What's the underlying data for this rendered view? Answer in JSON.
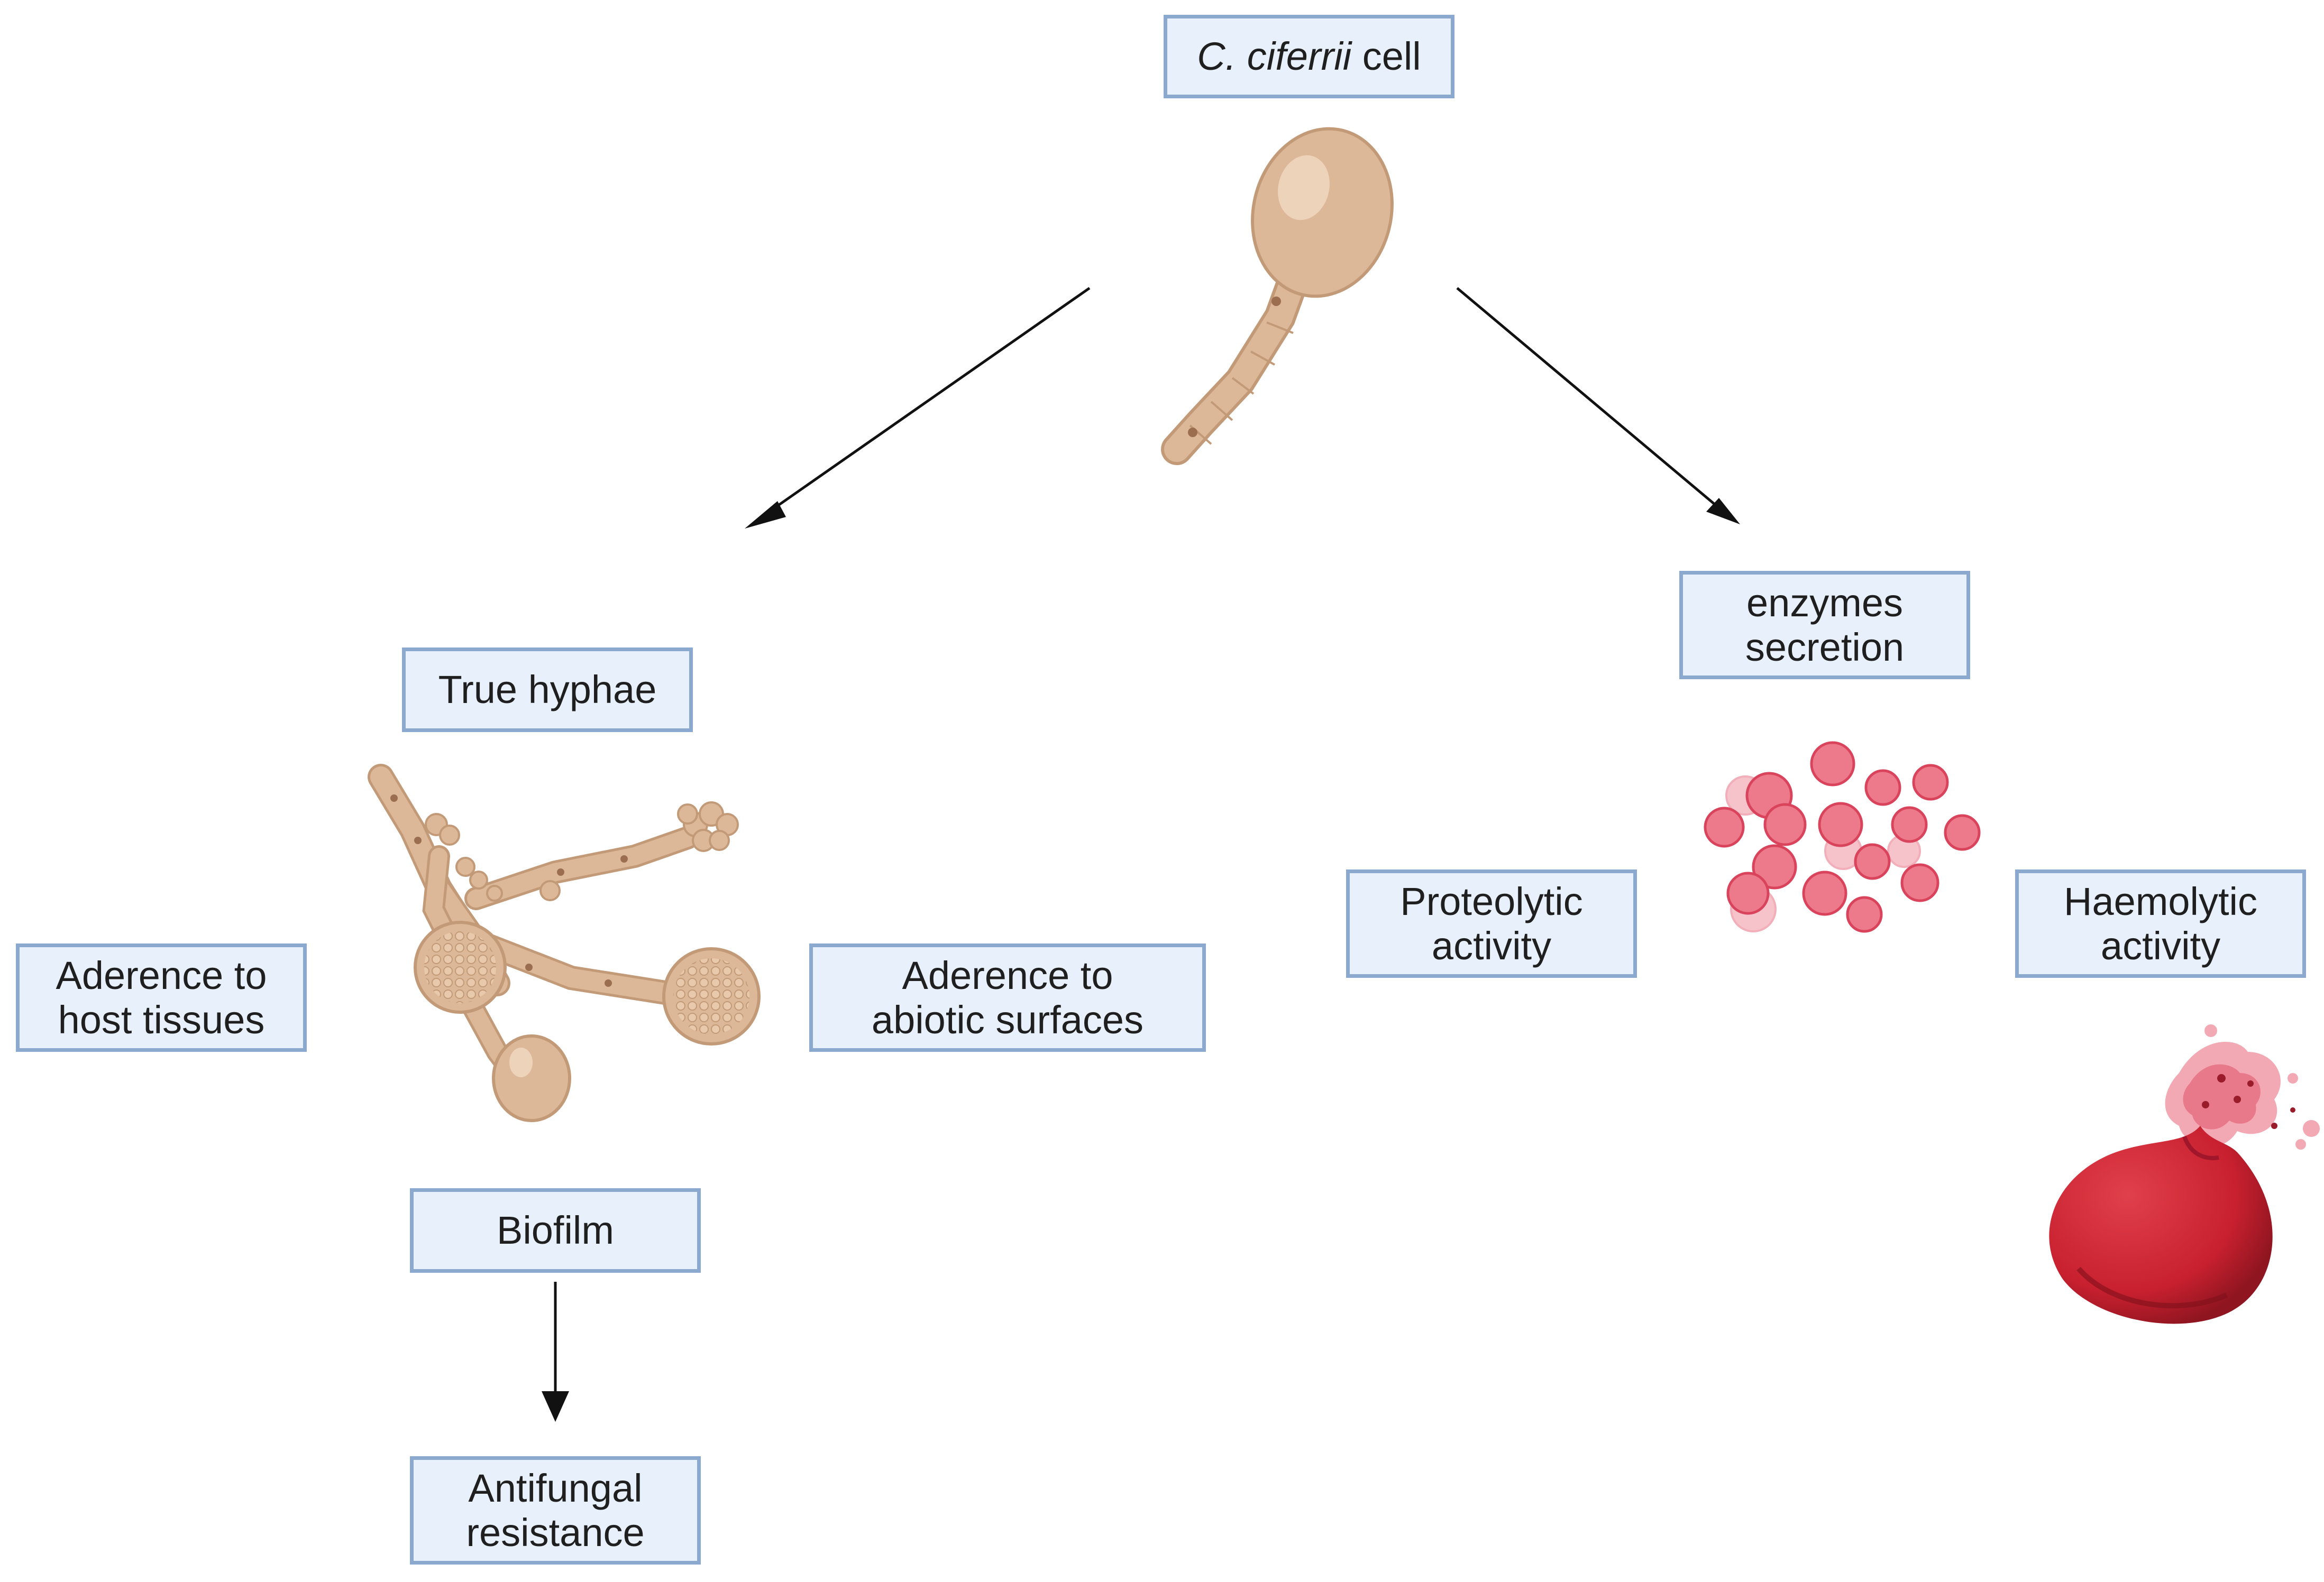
{
  "nodes": {
    "cell": {
      "name_italic": "C. ciferrii",
      "suffix": " cell"
    },
    "true_hyphae": {
      "text": "True hyphae"
    },
    "host_tissues": {
      "line1": "Aderence to",
      "line2": "host tissues"
    },
    "abiotic": {
      "line1": "Aderence to",
      "line2": "abiotic surfaces"
    },
    "biofilm": {
      "text": "Biofilm"
    },
    "antifungal": {
      "line1": "Antifungal",
      "line2": "resistance"
    },
    "enzymes": {
      "line1": "enzymes",
      "line2": "secretion"
    },
    "proteolytic": {
      "line1": "Proteolytic",
      "line2": "activity"
    },
    "haemolytic": {
      "line1": "Haemolytic",
      "line2": "activity"
    }
  },
  "colors": {
    "box_fill": "#e8f1fb",
    "box_border": "#8ba9cf",
    "fungus": "#ddb898",
    "fungus_edge": "#c29a78",
    "enzyme": "#e8546b",
    "blood": "#c8202f"
  },
  "edges": [
    {
      "from": "cell",
      "to": "true_hyphae"
    },
    {
      "from": "cell",
      "to": "enzymes"
    },
    {
      "from": "biofilm",
      "to": "antifungal"
    }
  ]
}
